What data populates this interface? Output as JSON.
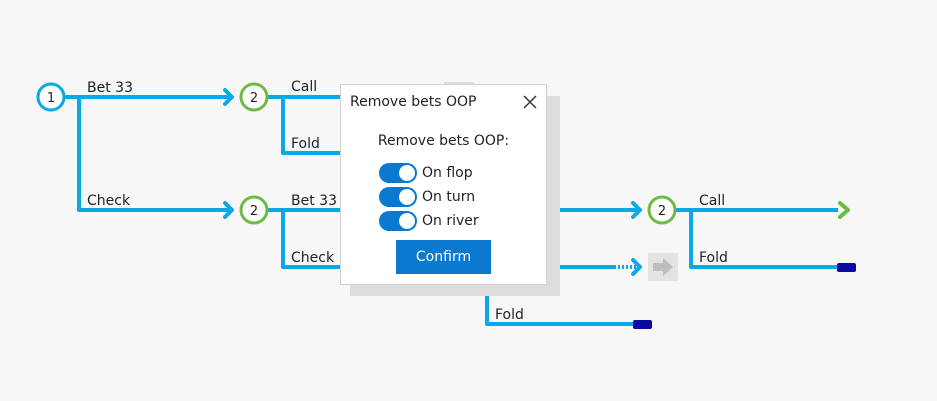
{
  "tree": {
    "root_node": "1",
    "player2_node": "2",
    "labels": {
      "bet33_top": "Bet 33",
      "call_top": "Call",
      "fold_top": "Fold",
      "check_lower": "Check",
      "bet33_lower": "Bet 33",
      "check_lower2": "Check",
      "call_right": "Call",
      "fold_right": "Fold",
      "fold_bottom": "Fold"
    }
  },
  "dialog": {
    "title": "Remove bets OOP",
    "subtitle": "Remove bets OOP:",
    "toggles": [
      {
        "label": "On flop",
        "on": true
      },
      {
        "label": "On turn",
        "on": true
      },
      {
        "label": "On river",
        "on": true
      }
    ],
    "confirm_label": "Confirm"
  },
  "colors": {
    "edge": "#0aa8e8",
    "player1": "#0aa8e8",
    "player2": "#6dbb45",
    "terminal": "#0a0aa3",
    "accent": "#0a79cf"
  }
}
